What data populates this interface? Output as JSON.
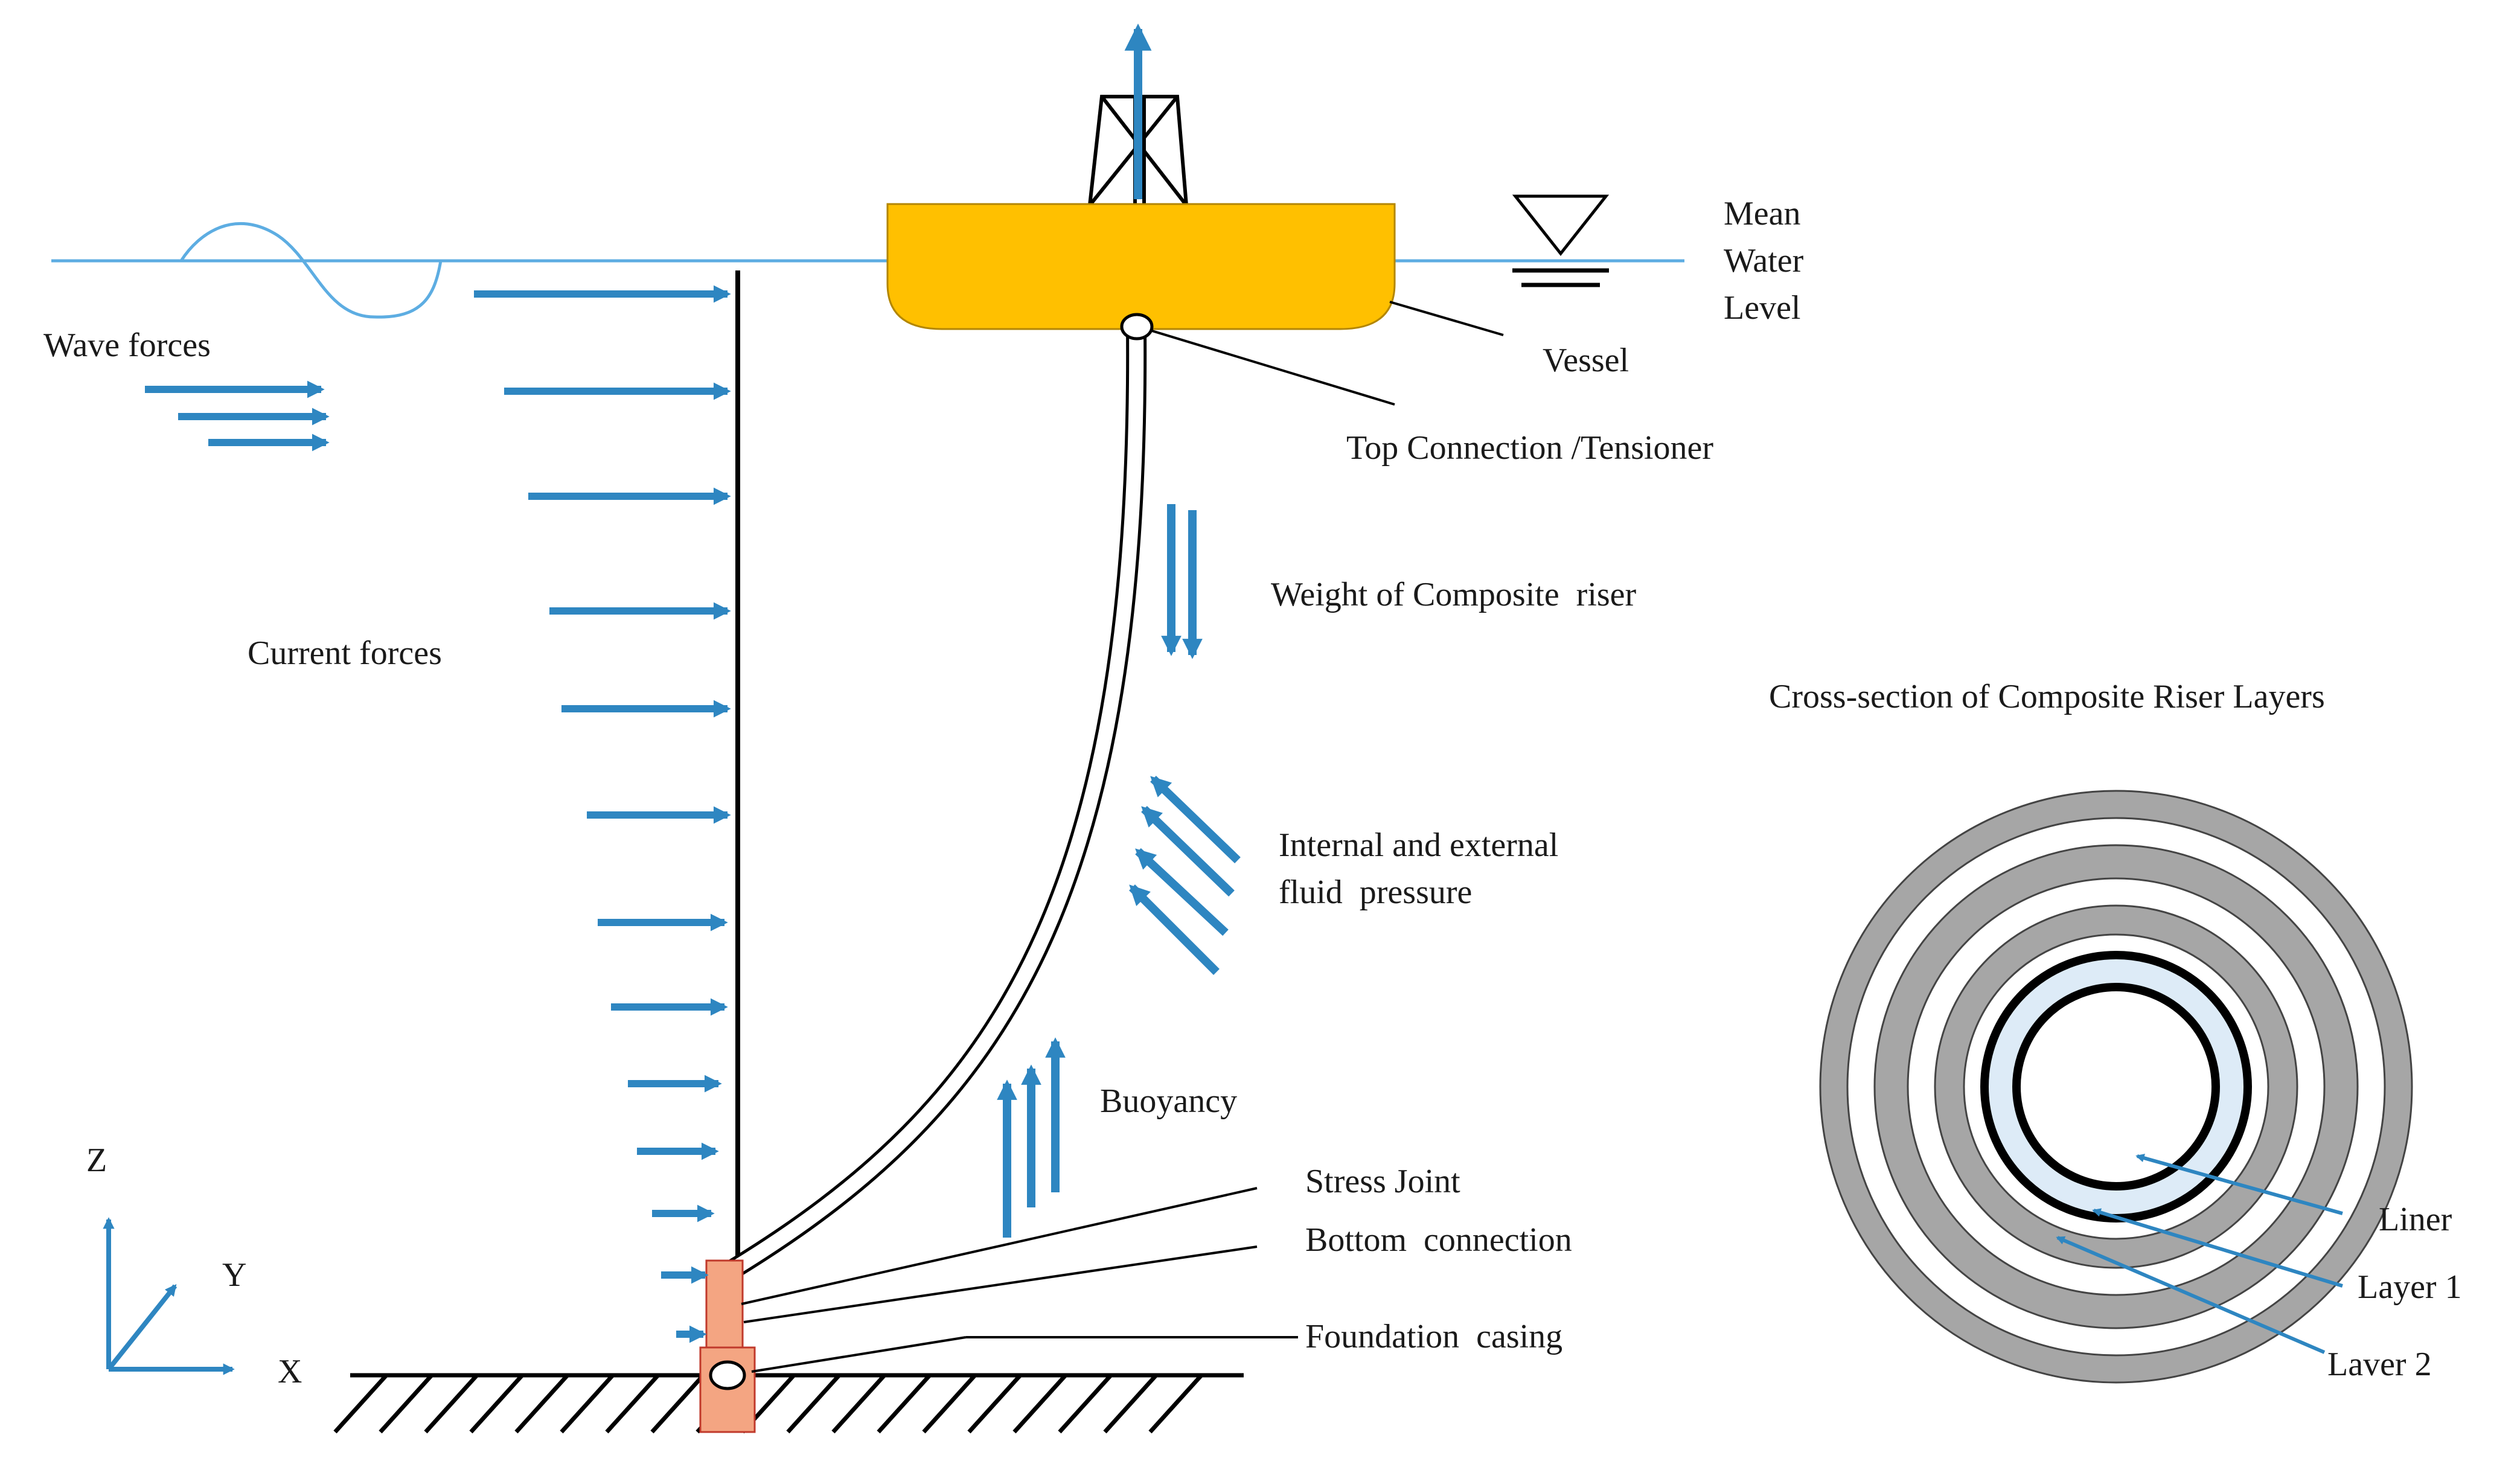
{
  "labels": {
    "mean_water_level": [
      "Mean",
      "Water",
      "Level"
    ],
    "vessel": "Vessel",
    "top_connection": "Top Connection /Tensioner",
    "wave_forces": "Wave forces",
    "current_forces": "Current forces",
    "weight": "Weight of Composite  riser",
    "pressure": [
      "Internal and external",
      "fluid  pressure"
    ],
    "buoyancy": "Buoyancy",
    "stress_joint": "Stress Joint",
    "bottom_connection": "Bottom  connection",
    "foundation_casing": "Foundation  casing",
    "cross_section_title": "Cross-section of Composite Riser Layers",
    "liner": "Liner",
    "layer1": "Layer 1",
    "layer2": "Laver 2"
  },
  "axes": {
    "z": "Z",
    "y": "Y",
    "x": "X"
  },
  "colors": {
    "arrow": "#2E86C1",
    "water": "#5DADE2",
    "vessel": "#FFC000",
    "casing": "#F4A582",
    "ring_gray": "#A6A6A6",
    "liner_fill": "#DDEBF7",
    "line": "#000000"
  },
  "icons": {
    "water_level": "triangle-water-level-icon",
    "derrick": "derrick-tower-icon",
    "seabed": "hatched-seabed"
  }
}
